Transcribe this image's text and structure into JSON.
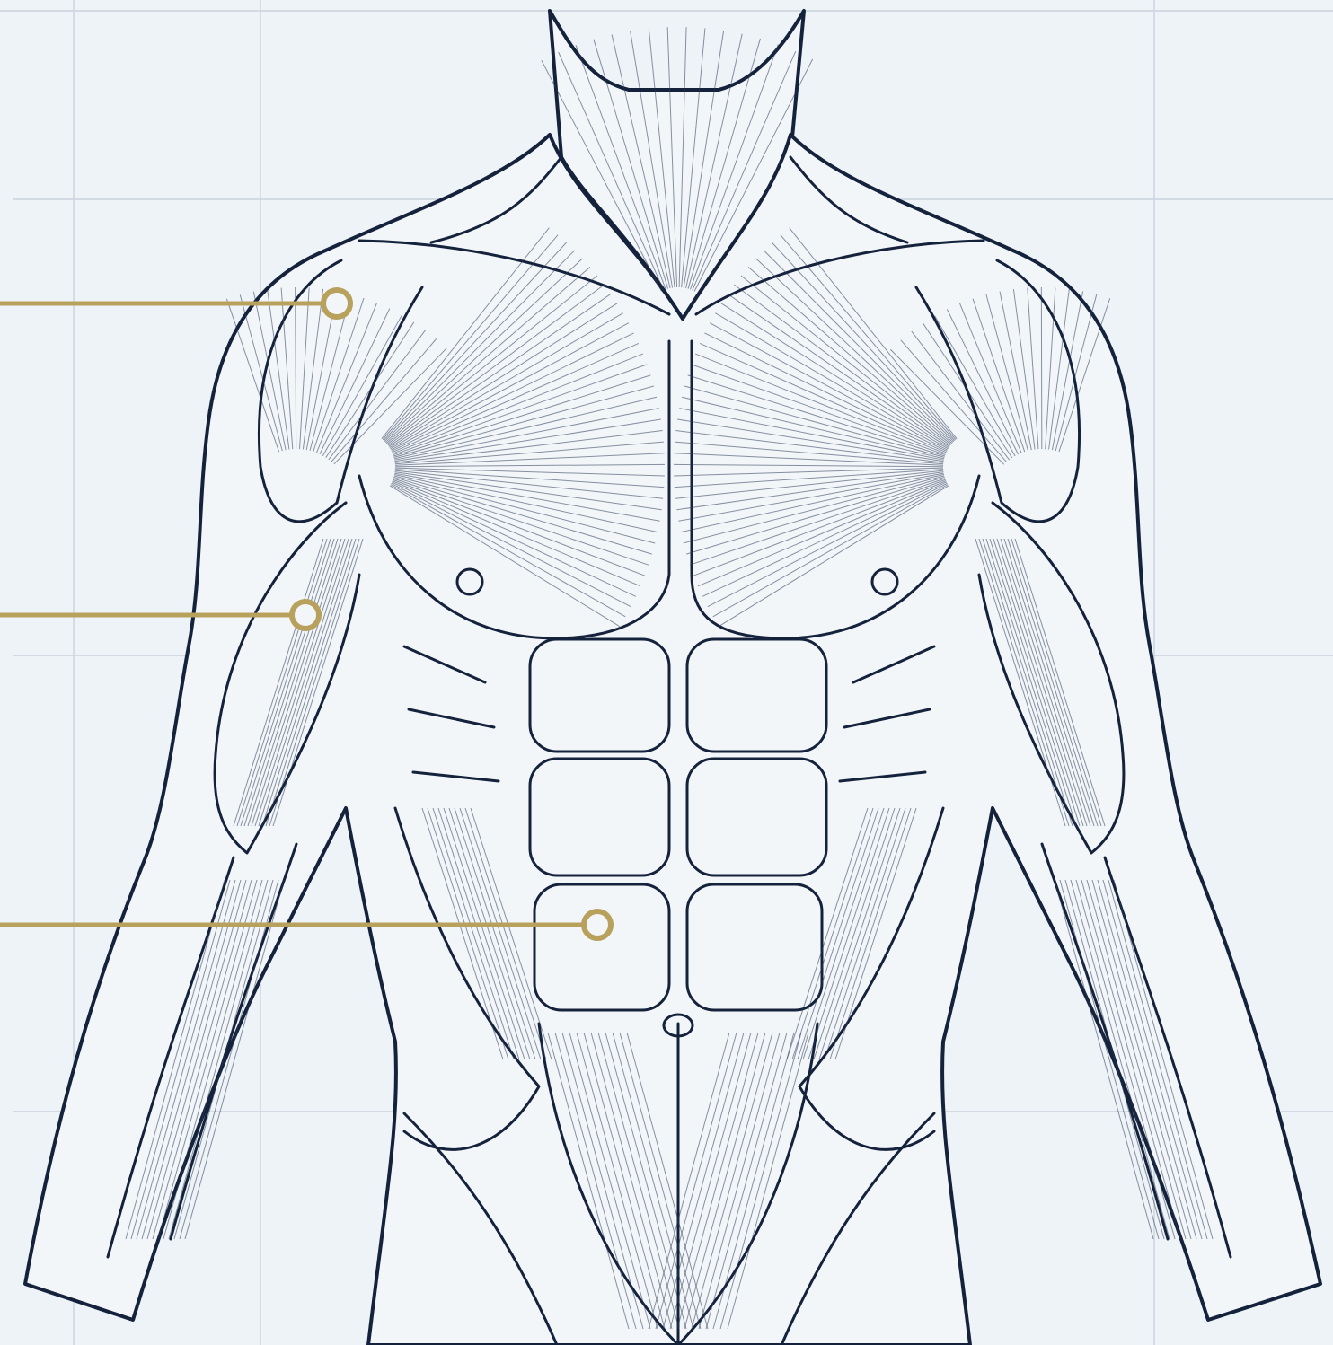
{
  "colors": {
    "background": "#eef3f7",
    "grid": "#c9d3de",
    "ink": "#14223c",
    "leader": "#b8a15c"
  },
  "annotations": [
    {
      "name": "shoulder-callout",
      "target": "deltoid"
    },
    {
      "name": "arm-callout",
      "target": "biceps"
    },
    {
      "name": "abdomen-callout",
      "target": "rectus-abdominis"
    }
  ]
}
